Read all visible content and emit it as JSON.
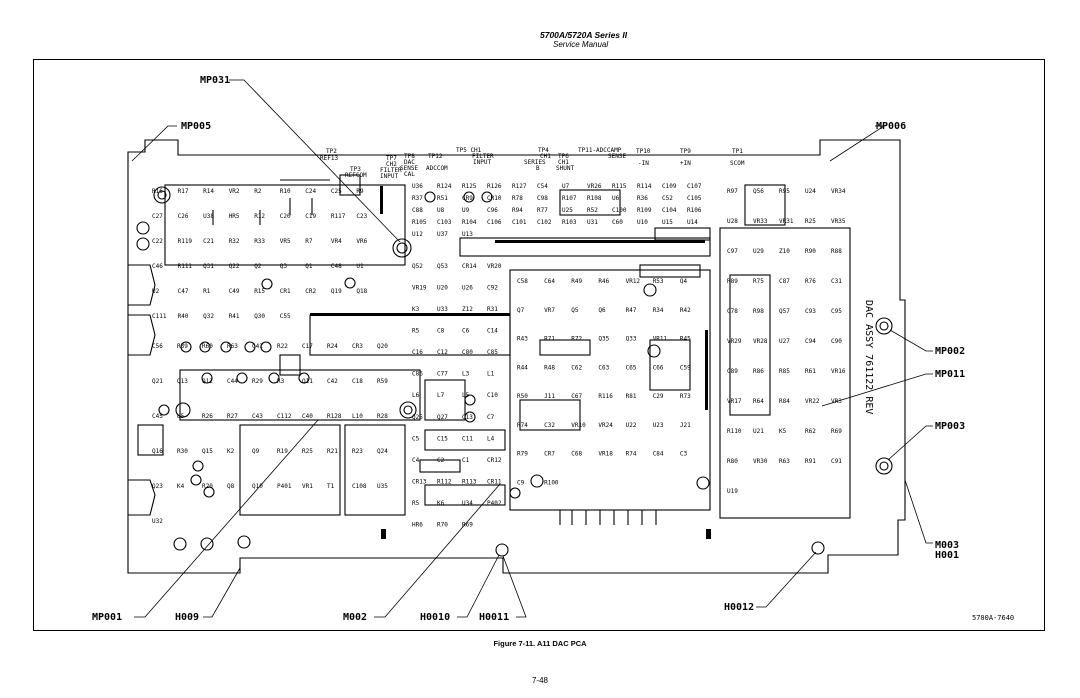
{
  "header": {
    "title": "5700A/5720A Series II",
    "subtitle": "Service Manual"
  },
  "figure": {
    "caption": "Figure 7-11. A11 DAC PCA",
    "drawing_number": "5700A-7640",
    "board_label": "DAC ASSY 761122 REV"
  },
  "callouts": [
    "MP031",
    "MP005",
    "MP006",
    "MP002",
    "MP011",
    "MP003",
    "M003",
    "H001",
    "MP001",
    "H009",
    "M002",
    "H0010",
    "H0011",
    "H0012"
  ],
  "testpoints": [
    "TP2",
    "REF13",
    "TP3",
    "REFCOM",
    "TP7",
    "CH2",
    "FILTER",
    "INPUT",
    "TP8",
    "DAC",
    "SENSE",
    "CAL",
    "TP12",
    "ADCCOM",
    "TP5 CH1",
    "FILTER",
    "INPUT",
    "TP4",
    "CH1",
    "SERIES",
    "B",
    "TP6",
    "CH1",
    "SHUNT",
    "TP11-ADCCAMP",
    "SENSE",
    "TP10",
    "-IN",
    "TP9",
    "+IN",
    "TP1",
    "SCOM"
  ],
  "components": [
    "R16",
    "R17",
    "R14",
    "VR2",
    "R2",
    "R10",
    "C24",
    "C25",
    "R9",
    "C27",
    "C26",
    "U38",
    "HR5",
    "R12",
    "C20",
    "C19",
    "R117",
    "C23",
    "C22",
    "R119",
    "C21",
    "R32",
    "R33",
    "VR5",
    "R7",
    "VR4",
    "VR6",
    "C46",
    "R111",
    "Q31",
    "Q22",
    "Q2",
    "Q3",
    "Q1",
    "C48",
    "U1",
    "U2",
    "C47",
    "R1",
    "C49",
    "R15",
    "CR1",
    "CR2",
    "Q19",
    "Q18",
    "C111",
    "R40",
    "Q32",
    "R41",
    "Q30",
    "C55",
    "C56",
    "R39",
    "R60",
    "R63",
    "C41",
    "R22",
    "C17",
    "R24",
    "CR3",
    "Q20",
    "Q21",
    "Q13",
    "Q12",
    "C44",
    "R29",
    "R3",
    "Q11",
    "C42",
    "C18",
    "R59",
    "C45",
    "U5",
    "R26",
    "R27",
    "C43",
    "C112",
    "C40",
    "R128",
    "L10",
    "R28",
    "Q16",
    "R30",
    "Q15",
    "K2",
    "Q9",
    "R19",
    "R25",
    "R21",
    "R23",
    "Q24",
    "Q23",
    "K4",
    "R20",
    "Q8",
    "Q10",
    "P401",
    "VR1",
    "T1",
    "C108",
    "U35",
    "U32",
    "U36",
    "R124",
    "R125",
    "R126",
    "R127",
    "C54",
    "U7",
    "VR26",
    "R115",
    "R114",
    "C109",
    "C107",
    "R37",
    "R51",
    "CR9",
    "CR10",
    "R78",
    "C98",
    "R107",
    "R108",
    "U6",
    "R36",
    "C52",
    "C105",
    "C88",
    "U8",
    "U9",
    "C96",
    "R94",
    "R77",
    "U25",
    "R52",
    "C100",
    "R109",
    "C104",
    "R106",
    "R105",
    "C103",
    "R104",
    "C106",
    "C101",
    "C102",
    "R103",
    "U31",
    "C60",
    "U10",
    "U15",
    "U14",
    "U12",
    "U37",
    "U13",
    "C58",
    "C64",
    "R49",
    "R46",
    "VR12",
    "R53",
    "Q4",
    "Q7",
    "VR7",
    "Q5",
    "Q6",
    "R47",
    "R34",
    "R42",
    "R43",
    "R71",
    "R72",
    "Q35",
    "Q33",
    "VR11",
    "R45",
    "R44",
    "R48",
    "C62",
    "C63",
    "C65",
    "C66",
    "C59",
    "R50",
    "J11",
    "C67",
    "R116",
    "R81",
    "C29",
    "R73",
    "R74",
    "C32",
    "VR10",
    "VR24",
    "U22",
    "U23",
    "J21",
    "R79",
    "CR7",
    "C68",
    "VR18",
    "R74",
    "C84",
    "C3",
    "C9",
    "R100",
    "R97",
    "Q56",
    "R95",
    "U24",
    "VR34",
    "U28",
    "VR33",
    "VR31",
    "R25",
    "VR35",
    "C97",
    "U29",
    "Z10",
    "R90",
    "R88",
    "R89",
    "R75",
    "C87",
    "R76",
    "C31",
    "C78",
    "R98",
    "Q57",
    "C93",
    "C95",
    "VR29",
    "VR28",
    "U27",
    "C94",
    "C90",
    "C89",
    "R86",
    "R85",
    "R61",
    "VR16",
    "VR17",
    "R64",
    "R84",
    "VR22",
    "VR3",
    "R110",
    "U21",
    "K5",
    "R62",
    "R69",
    "R80",
    "VR30",
    "R63",
    "R91",
    "C91",
    "U19",
    "Q52",
    "Q53",
    "CR14",
    "VR20",
    "VR19",
    "U20",
    "U26",
    "C92",
    "K3",
    "U33",
    "Z12",
    "R31",
    "R5",
    "C8",
    "C6",
    "C14",
    "C16",
    "C12",
    "C80",
    "C85",
    "C86",
    "C77",
    "L3",
    "L1",
    "L6",
    "L7",
    "L5",
    "C10",
    "Q25",
    "Q27",
    "C13",
    "C7",
    "C5",
    "C15",
    "C11",
    "L4",
    "C4",
    "C2",
    "C1",
    "CR12",
    "CR13",
    "R112",
    "R113",
    "CR11",
    "R5",
    "K6",
    "U34",
    "P402",
    "HR6",
    "R70",
    "R69"
  ]
}
